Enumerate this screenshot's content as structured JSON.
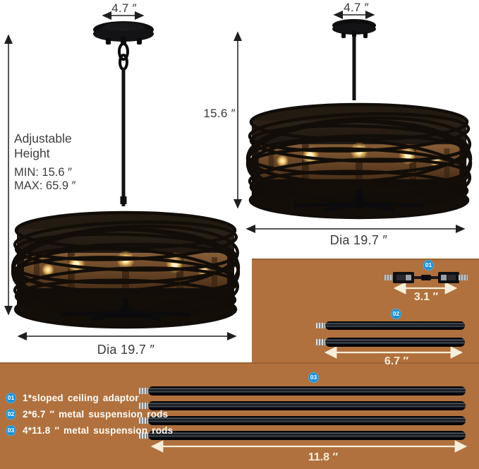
{
  "colors": {
    "panel_brown": "#b0713e",
    "badge_blue": "#1d8fd4",
    "arrow_cream": "#f7eed9",
    "dim_text": "#3a3a3a",
    "dim_line": "#1f1f1f"
  },
  "left_figure": {
    "canopy_width_label": "4.7 ″",
    "adjustable_line1": "Adjustable",
    "adjustable_line2": "Height",
    "min_label": "MIN: 15.6 ″",
    "max_label": "MAX: 65.9 ″",
    "diameter_label": "Dia 19.7 ″"
  },
  "right_figure": {
    "canopy_width_label": "4.7 ″",
    "height_label": "15.6 ″",
    "diameter_label": "Dia 19.7 ″"
  },
  "parts": {
    "adaptor": {
      "badge": "01",
      "length_label": "3.1 ″"
    },
    "short_rods": {
      "badge": "02",
      "length_label": "6.7 ″"
    },
    "long_rods": {
      "badge": "03",
      "length_label": "11.8 ″"
    },
    "legend": [
      {
        "badge": "01",
        "text": "1*sloped ceiling adaptor"
      },
      {
        "badge": "02",
        "text": "2*6.7 ″  metal suspension rods"
      },
      {
        "badge": "03",
        "text": "4*11.8 ″  metal suspension rods"
      }
    ]
  }
}
